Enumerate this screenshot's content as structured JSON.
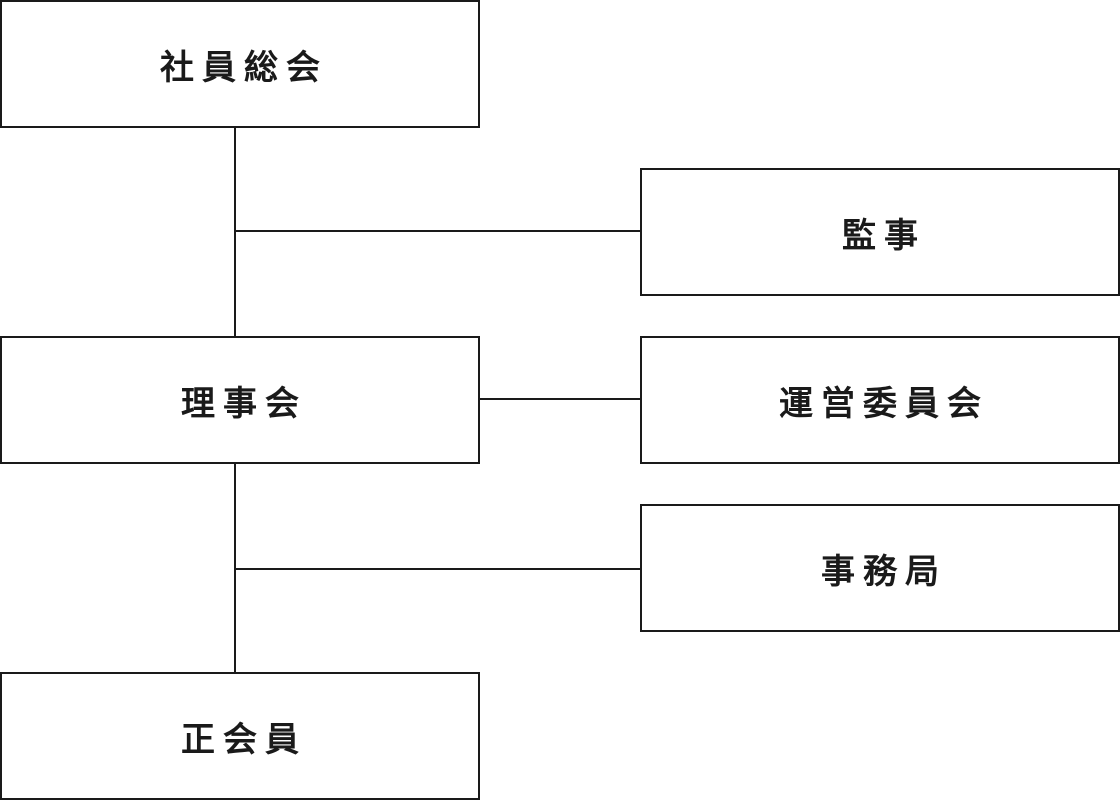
{
  "org_chart": {
    "general_meeting": "社員総会",
    "auditor": "監事",
    "board": "理事会",
    "steering_committee": "運営委員会",
    "secretariat": "事務局",
    "regular_members": "正会員"
  },
  "colors": {
    "line": "#1a1a1a",
    "background": "#ffffff"
  }
}
